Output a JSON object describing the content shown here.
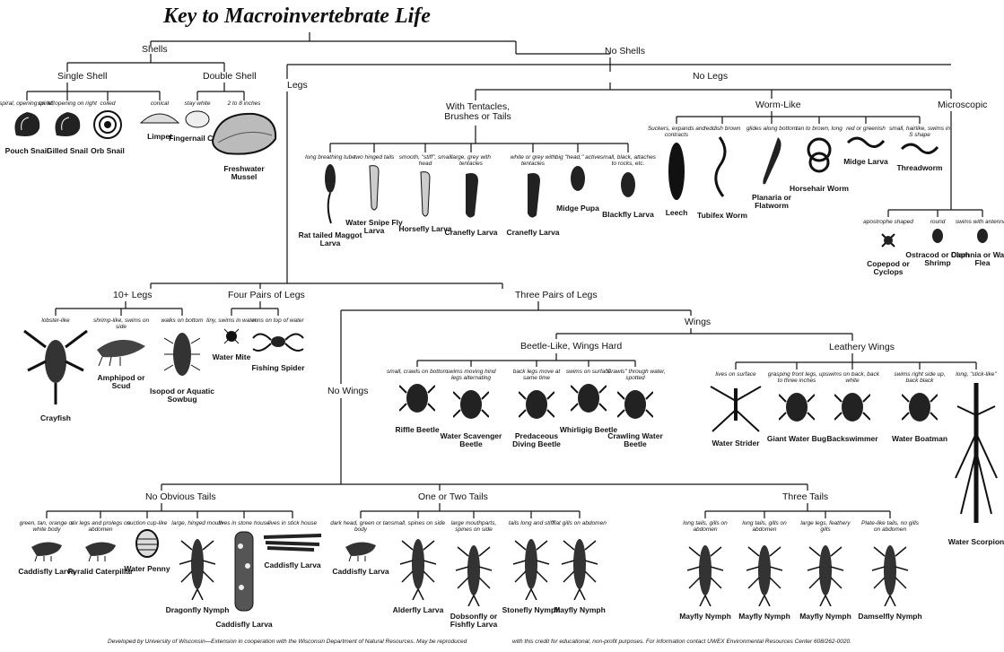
{
  "title": "Key to Macroinvertebrate Life",
  "headings": {
    "shells": "Shells",
    "no_shells": "No Shells",
    "single_shell": "Single Shell",
    "double_shell": "Double Shell",
    "legs": "Legs",
    "no_legs": "No Legs",
    "tentacles": "With Tentacles, Brushes or Tails",
    "worm_like": "Worm-Like",
    "microscopic": "Microscopic",
    "ten_legs": "10+ Legs",
    "four_pairs": "Four Pairs of Legs",
    "three_pairs": "Three Pairs of Legs",
    "wings": "Wings",
    "no_wings": "No Wings",
    "beetle_like": "Beetle-Like, Wings Hard",
    "leathery": "Leathery Wings",
    "no_obvious_tails": "No Obvious Tails",
    "one_two_tails": "One or Two Tails",
    "three_tails": "Three Tails"
  },
  "nodes": [
    {
      "id": "pouch",
      "desc": "spiral, opening on left",
      "name": "Pouch Snail"
    },
    {
      "id": "gilled",
      "desc": "spiral, opening on right",
      "name": "Gilled Snail"
    },
    {
      "id": "orb",
      "desc": "coiled",
      "name": "Orb Snail"
    },
    {
      "id": "limpet",
      "desc": "conical",
      "name": "Limpet"
    },
    {
      "id": "fingernail",
      "desc": "stay white",
      "name": "Fingernail Clam"
    },
    {
      "id": "mussel",
      "desc": "2 to 8 inches",
      "name": "Freshwater Mussel"
    },
    {
      "id": "rattailed",
      "desc": "long breathing tube",
      "name": "Rat tailed Maggot Larva"
    },
    {
      "id": "snipe",
      "desc": "two hinged tails",
      "name": "Water Snipe Fly Larva"
    },
    {
      "id": "horsefly",
      "desc": "smooth, \"stiff\", small head",
      "name": "Horsefly Larva"
    },
    {
      "id": "cranefly1",
      "desc": "large, grey with tentacles",
      "name": "Cranefly Larva"
    },
    {
      "id": "cranefly2",
      "desc": "white or grey with tentacles",
      "name": "Cranefly Larva"
    },
    {
      "id": "midgepupa",
      "desc": "big \"head,\" active",
      "name": "Midge Pupa"
    },
    {
      "id": "blackfly",
      "desc": "small, black, attaches to rocks, etc.",
      "name": "Blackfly Larva"
    },
    {
      "id": "leech",
      "desc": "Suckers, expands and contracts",
      "name": "Leech"
    },
    {
      "id": "tubifex",
      "desc": "reddish brown",
      "name": "Tubifex Worm"
    },
    {
      "id": "planaria",
      "desc": "glides along bottom",
      "name": "Planaria or Flatworm"
    },
    {
      "id": "horsehair",
      "desc": "tan to brown, long",
      "name": "Horsehair Worm"
    },
    {
      "id": "midgelarva",
      "desc": "red or greenish",
      "name": "Midge Larva"
    },
    {
      "id": "threadworm",
      "desc": "small, hairlike, swims in S shape",
      "name": "Threadworm"
    },
    {
      "id": "copepod",
      "desc": "apostrophe shaped",
      "name": "Copepod or Cyclops"
    },
    {
      "id": "ostracod",
      "desc": "round",
      "name": "Ostracod or Clam Shrimp"
    },
    {
      "id": "daphnia",
      "desc": "swims with antennae",
      "name": "Daphnia or Water Flea"
    },
    {
      "id": "crayfish",
      "desc": "lobster-like",
      "name": "Crayfish"
    },
    {
      "id": "amphipod",
      "desc": "shrimp-like, swims on side",
      "name": "Amphipod or Scud"
    },
    {
      "id": "isopod",
      "desc": "walks on bottom",
      "name": "Isopod or Aquatic Sowbug"
    },
    {
      "id": "watermite",
      "desc": "tiny, swims in water",
      "name": "Water Mite"
    },
    {
      "id": "fishingspider",
      "desc": "runs on top of water",
      "name": "Fishing Spider"
    },
    {
      "id": "riffle",
      "desc": "small, crawls on bottom",
      "name": "Riffle Beetle"
    },
    {
      "id": "scavenger",
      "desc": "swims moving hind legs alternating",
      "name": "Water Scavenger Beetle"
    },
    {
      "id": "predaceous",
      "desc": "back legs move at same time",
      "name": "Predaceous Diving Beetle"
    },
    {
      "id": "whirligig",
      "desc": "swims on surface",
      "name": "Whirligig Beetle"
    },
    {
      "id": "crawling",
      "desc": "\"Crawls\" through water, spotted",
      "name": "Crawling Water Beetle"
    },
    {
      "id": "strider",
      "desc": "lives on surface",
      "name": "Water Strider"
    },
    {
      "id": "giantbug",
      "desc": "grasping front legs, up to three inches",
      "name": "Giant Water Bug"
    },
    {
      "id": "backswimmer",
      "desc": "swims on back, back white",
      "name": "Backswimmer"
    },
    {
      "id": "boatman",
      "desc": "swims right side up, back black",
      "name": "Water Boatman"
    },
    {
      "id": "scorpion",
      "desc": "long, \"stick-like\"",
      "name": "Water Scorpion"
    },
    {
      "id": "caddis1",
      "desc": "green, tan, orange or white body",
      "name": "Caddisfly Larva"
    },
    {
      "id": "pyralid",
      "desc": "six legs and prolegs on abdomen",
      "name": "Pyralid Caterpillar"
    },
    {
      "id": "penny",
      "desc": "suction cup-like",
      "name": "Water Penny"
    },
    {
      "id": "dragonfly",
      "desc": "large, hinged mouth",
      "name": "Dragonfly Nymph"
    },
    {
      "id": "caddis2",
      "desc": "lives in stone house",
      "name": "Caddisfly Larva"
    },
    {
      "id": "caddis3",
      "desc": "lives in stick house",
      "name": "Caddisfly Larva"
    },
    {
      "id": "caddis4",
      "desc": "dark head, green or tan body",
      "name": "Caddisfly Larva"
    },
    {
      "id": "alderfly",
      "desc": "small, spines on side",
      "name": "Alderfly Larva"
    },
    {
      "id": "dobsonfly",
      "desc": "large mouthparts, spines on side",
      "name": "Dobsonfly or Fishfly Larva"
    },
    {
      "id": "stonefly",
      "desc": "tails long and stiff",
      "name": "Stonefly Nymph"
    },
    {
      "id": "mayfly1",
      "desc": "flat gills on abdomen",
      "name": "Mayfly Nymph"
    },
    {
      "id": "mayfly2",
      "desc": "long tails, gills on abdomen",
      "name": "Mayfly Nymph"
    },
    {
      "id": "mayfly3",
      "desc": "long tails, gills on abdomen",
      "name": "Mayfly Nymph"
    },
    {
      "id": "mayfly4",
      "desc": "large legs, feathery gills",
      "name": "Mayfly Nymph"
    },
    {
      "id": "damselfly",
      "desc": "Plate-like tails, no gills on abdomen",
      "name": "Damselfly Nymph"
    }
  ],
  "footer": {
    "left": "Developed by University of Wisconsin—Extension in cooperation with the Wisconsin Department of Natural Resources. May be reproduced",
    "right": "with this credit for educational, non-profit purposes. For information contact UWEX Environmental Resources Center 608/262-0020."
  }
}
